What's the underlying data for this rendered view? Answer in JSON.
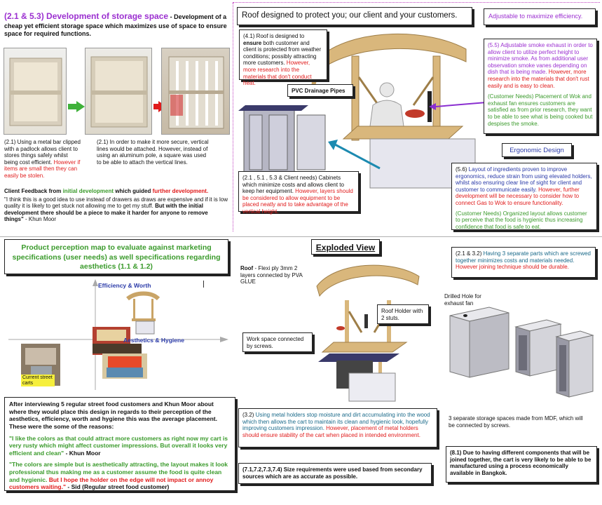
{
  "storage": {
    "heading": "(2.1 & 5.3) Development of storage space",
    "heading_tail": " - Development of a cheap yet efficient storage space which maximizes use of space to ensure space for required functions.",
    "note_left_black": "(2.1) Using a metal bar clipped with a padlock allows client to stores things safely whilst being cost efficient. ",
    "note_left_red": "However if items are small then they can easily be stolen.",
    "note_right": "(2.1) In order to make it more secure, vertical lines would be attached. However, instead of using an aluminum pole, a square was used to be able to attach the vertical lines.",
    "feedback_head_a": "Client Feedback from ",
    "feedback_head_green": "initial development",
    "feedback_head_b": " which guided ",
    "feedback_head_red": "further development.",
    "feedback_quote": "\"I think this is a good idea to use instead of drawers as draws are expensive and if it is low quality it is likely to get stuck not allowing me to get my stuff. ",
    "feedback_bold": "But with the initial development there should be a piece to make it harder for anyone to remove things\"",
    "feedback_author": " - Khun Moor"
  },
  "roof": {
    "title": "Roof designed to protect you; our client and your customers.",
    "adjustable_label": "Adjustable to maximize efficiency.",
    "note_41_a": "(4.1) Roof is designed to ",
    "note_41_bold": "ensure",
    "note_41_b": " both customer and client is protected from weather conditions; possibly attracting more customers. ",
    "note_41_red": "However, more research into the materials that don't conduct heat.",
    "pvc_label": "PVC Drainage Pipes",
    "note_55_purple": "(5.5) Adjustable smoke exhaust in order to allow client to utilize perfect height to minimize smoke. As from additional user observation smoke vanes depending on dish that is being made. ",
    "note_55_red": "However, more research into the materials that don't rust easily and is easy to clean.",
    "note_55_green": "(Customer Needs) Placement of Wok and exhaust fan  ensures customers are satisfied as from prior research, they want to be able to see what is being cooked but despises the smoke.",
    "cabinet_a": "(2.1 , 5.1 , 5.3 & Client needs) Cabinets which minimize costs and allows client to keep her equipment. ",
    "cabinet_red": "However, layers should be considered to allow equipment to be placed neatly and to take advantage of the vertical height.",
    "ergonomic_label": "Ergonomic Design",
    "note_56_a": "(5.6) ",
    "note_56_blue": "Layout of ingredients proven to improve ergonomics, reduce strain from using elevated holders, whilst also ensuring clear line of sight for client and customer to communicate easily. ",
    "note_56_red": "However, further development will be necessary to consider how to connect Gas to Wok to ensure functionality.",
    "note_56_green": "(Customer Needs) Organized layout allows customer to perceive that the food is hygienic thus increasing confidence that food is safe to eat."
  },
  "perception": {
    "title": "Product perception map to evaluate against marketing specifications (user needs) as well specifications regarding aesthetics (1.1 & 1.2)",
    "axis_y": "Efficiency & Worth",
    "axis_x": "Aesthetics & Hygiene",
    "current_label": "Current street carts",
    "summary": "After interviewing 5 regular street food customers and Khun Moor about where they would place this design in regards to their perception of the aesthetics, efficiency, worth and hygiene this was the average placement. These were the some of the reasons:",
    "quote1_green": "\"I like the colors as that could attract more customers as right now my cart is very rusty which might affect customer impressions. But overall it looks very efficient and clean\"",
    "quote1_author": " - Khun Moor",
    "quote2_green": "\"The colors are simple but is aesthetically attracting, the layout makes it look professional thus making me as a customer assume the food is quite clean and hygienic. ",
    "quote2_red": "But I hope the holder on the edge will not impact or annoy customers waiting.\"",
    "quote2_author": " - Sid (Regular street food customer)"
  },
  "exploded": {
    "title": "Exploded View",
    "roof_bold": "Roof",
    "roof_text": " - Flexi ply 3mm 2 layers connected by PVA GLUE",
    "roof_holder": "Roof Holder with 2 stuts.",
    "workspace": "Work space connected by screws.",
    "note_32_a": "(3.2) ",
    "note_32_teal": "Using metal holders stop moisture and dirt accumulating into the wood which then allows the cart to maintain its clean and hygienic look, hopefully improving customers impression. ",
    "note_32_red": "However, placement of metal holders should ensure stability of the cart when placed in intended environment.",
    "note_71": "(7.1,7.2,7.3,7.4) Size requirements were used based from secondary sources which are as accurate as possible."
  },
  "parts": {
    "note_21_a": "(2.1 & 3.2) ",
    "note_21_teal": "Having 3 separate parts which are screwed together minimizes costs and materials needed. ",
    "note_21_red": "However joining technique should be durable.",
    "drilled_hole": "Drilled Hole for exhaust fan",
    "storage_spaces": "3 separate storage spaces made from MDF, which will be connected by screws.",
    "note_81": "(8.1) Due to having different components that will be joined together, the cart is very likely to be able to be manufactured using a process economically available in Bangkok."
  },
  "colors": {
    "heading_purple": "#9b2fd0",
    "arrow_green": "#3fb13a",
    "arrow_red": "#e01b1b",
    "teal_arrow": "#1c8ab0"
  }
}
